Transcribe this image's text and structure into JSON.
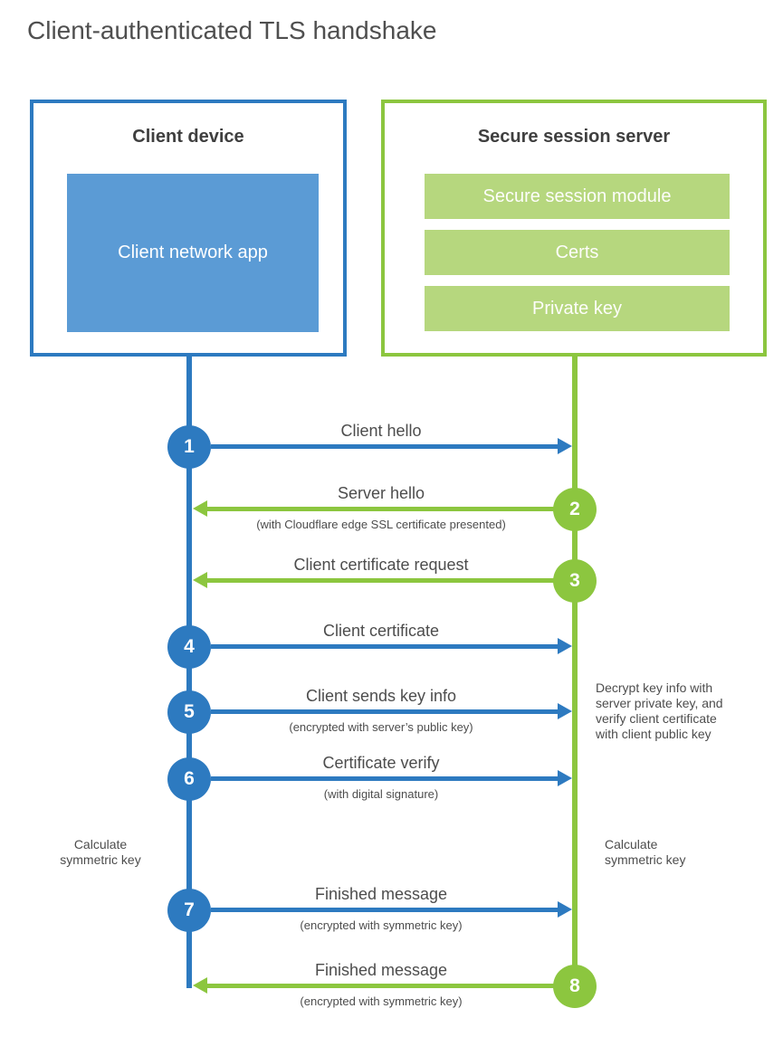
{
  "title": "Client-authenticated TLS handshake",
  "colors": {
    "blue_stroke": "#2d7ac0",
    "blue_fill": "#5b9bd5",
    "green_stroke": "#8cc63f",
    "green_fill": "#b6d77e",
    "heading_text": "#3f3f3f",
    "body_text": "#4d4d4d"
  },
  "client_box": {
    "title": "Client device",
    "app_label": "Client network app"
  },
  "server_box": {
    "title": "Secure session server",
    "modules": [
      "Secure session module",
      "Certs",
      "Private key"
    ]
  },
  "messages": [
    {
      "number": "1",
      "label": "Client hello",
      "note": "",
      "from": "client",
      "to": "server"
    },
    {
      "number": "2",
      "label": "Server hello",
      "note": "(with Cloudflare edge SSL certificate presented)",
      "from": "server",
      "to": "client"
    },
    {
      "number": "3",
      "label": "Client certificate request",
      "note": "",
      "from": "server",
      "to": "client"
    },
    {
      "number": "4",
      "label": "Client certificate",
      "note": "",
      "from": "client",
      "to": "server"
    },
    {
      "number": "5",
      "label": "Client sends key info",
      "note": "(encrypted with server’s public key)",
      "from": "client",
      "to": "server"
    },
    {
      "number": "6",
      "label": "Certificate verify",
      "note": "(with digital signature)",
      "from": "client",
      "to": "server"
    },
    {
      "number": "7",
      "label": "Finished message",
      "note": "(encrypted with symmetric key)",
      "from": "client",
      "to": "server"
    },
    {
      "number": "8",
      "label": "Finished message",
      "note": "(encrypted with symmetric key)",
      "from": "server",
      "to": "client"
    }
  ],
  "annotations": {
    "decrypt_note": "Decrypt key info with server private key, and verify client certificate with client public key",
    "calc_left": "Calculate symmetric key",
    "calc_right": "Calculate symmetric key"
  }
}
